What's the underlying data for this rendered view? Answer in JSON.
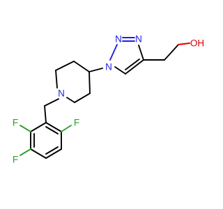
{
  "molecule": {
    "atoms": {
      "n_triazole_top": "N",
      "n_triazole_top_right": "N",
      "n_triazole_attach": "N",
      "n_piperidine": "N",
      "oh_group": "OH",
      "f_top": "F",
      "f_left": "F",
      "f_right": "F"
    },
    "colors": {
      "carbon_bond": "#000000",
      "nitrogen": "#1f1fe0",
      "oxygen": "#e00000",
      "fluorine": "#2aa12a"
    }
  }
}
